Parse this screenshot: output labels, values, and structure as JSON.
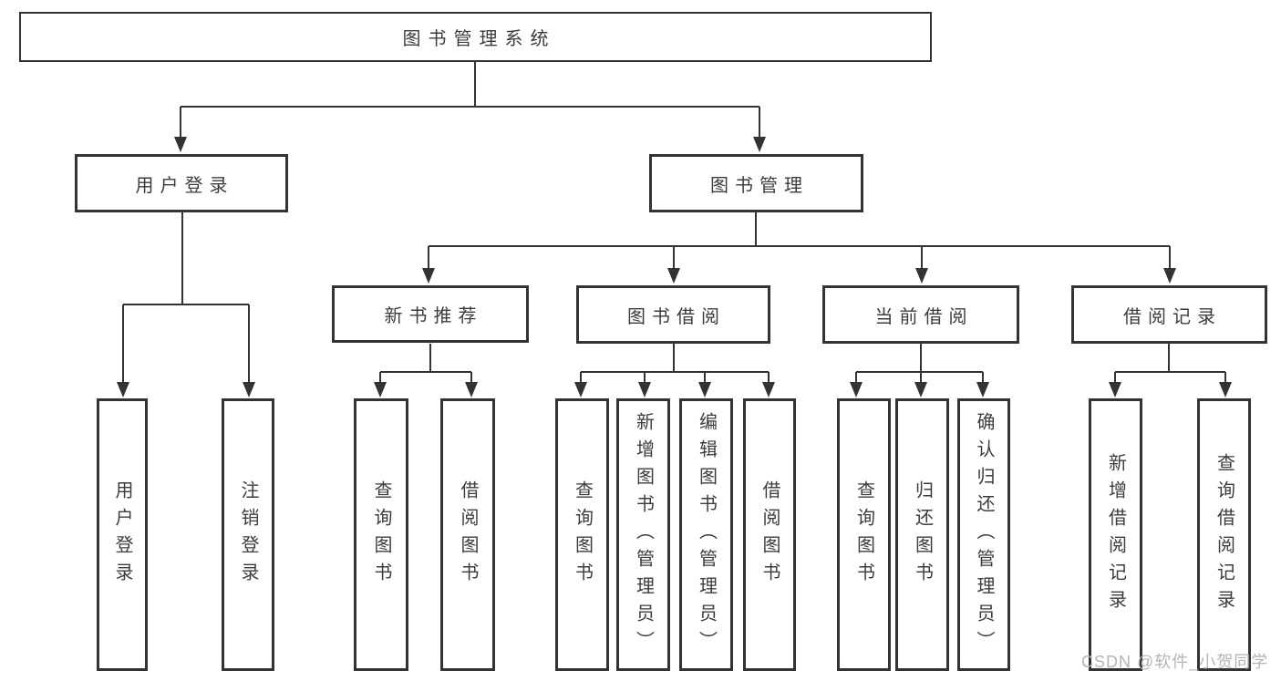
{
  "diagram": {
    "title": "图书管理系统",
    "watermark": "CSDN @软件_小贺同学",
    "colors": {
      "line": "#333333",
      "text": "#3c3c3c",
      "background": "#ffffff",
      "watermark": "#b5b5b5"
    },
    "tree": {
      "label": "图书管理系统",
      "children": [
        {
          "label": "用户登录",
          "children": [
            {
              "label": "用户登录"
            },
            {
              "label": "注销登录"
            }
          ]
        },
        {
          "label": "图书管理",
          "children": [
            {
              "label": "新书推荐",
              "children": [
                {
                  "label": "查询图书"
                },
                {
                  "label": "借阅图书"
                }
              ]
            },
            {
              "label": "图书借阅",
              "children": [
                {
                  "label": "查询图书"
                },
                {
                  "label": "新增图书（管理员）"
                },
                {
                  "label": "编辑图书（管理员）"
                },
                {
                  "label": "借阅图书"
                }
              ]
            },
            {
              "label": "当前借阅",
              "children": [
                {
                  "label": "查询图书"
                },
                {
                  "label": "归还图书"
                },
                {
                  "label": "确认归还（管理员）"
                }
              ]
            },
            {
              "label": "借阅记录",
              "children": [
                {
                  "label": "新增借阅记录"
                },
                {
                  "label": "查询借阅记录"
                }
              ]
            }
          ]
        }
      ]
    }
  }
}
